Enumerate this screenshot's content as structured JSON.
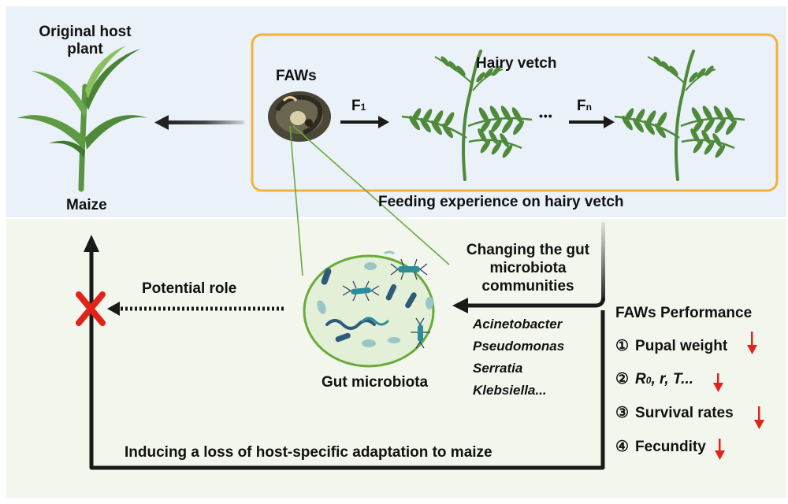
{
  "top_panel": {
    "original_host_label_line1": "Original host",
    "original_host_label_line2": "plant",
    "maize_label": "Maize",
    "faws_label": "FAWs",
    "hairy_vetch_label": "Hairy vetch",
    "f1_base": "F",
    "f1_sub": "1",
    "fn_base": "F",
    "fn_sub": "n",
    "ellipsis": "•••",
    "feeding_caption": "Feeding experience on hairy vetch"
  },
  "bottom_panel": {
    "changing_line1": "Changing the gut",
    "changing_line2": "microbiota",
    "changing_line3": "communities",
    "potential_role": "Potential role",
    "gut_microbiota": "Gut microbiota",
    "genera": [
      "Acinetobacter",
      "Pseudomonas",
      "Serratia",
      "Klebsiella..."
    ],
    "performance_title": "FAWs Performance",
    "performance_items": [
      {
        "num": "①",
        "label": "Pupal weight"
      },
      {
        "num": "②",
        "label": "R0, r, T..."
      },
      {
        "num": "③",
        "label": "Survival rates"
      },
      {
        "num": "④",
        "label": "Fecundity"
      }
    ],
    "r0_parts": {
      "r": "R",
      "sub": "0",
      "rest": ", r, T..."
    },
    "bottom_caption": "Inducing a loss of host-specific adaptation to maize"
  },
  "colors": {
    "top_bg": "#eaf1f8",
    "bottom_bg": "#f3f6ec",
    "frame_orange": "#f2b233",
    "leaf_green": "#4f8a3a",
    "dark_arrow": "#1a1a1a",
    "red_arrow": "#e0241b",
    "circle_fill": "#e3efd6",
    "circle_stroke": "#6aaa3a"
  },
  "icons": [
    "maize-plant-icon",
    "caterpillar-icon",
    "hairy-vetch-icon",
    "bacteria-icon",
    "red-x-icon",
    "down-arrow-icon"
  ]
}
